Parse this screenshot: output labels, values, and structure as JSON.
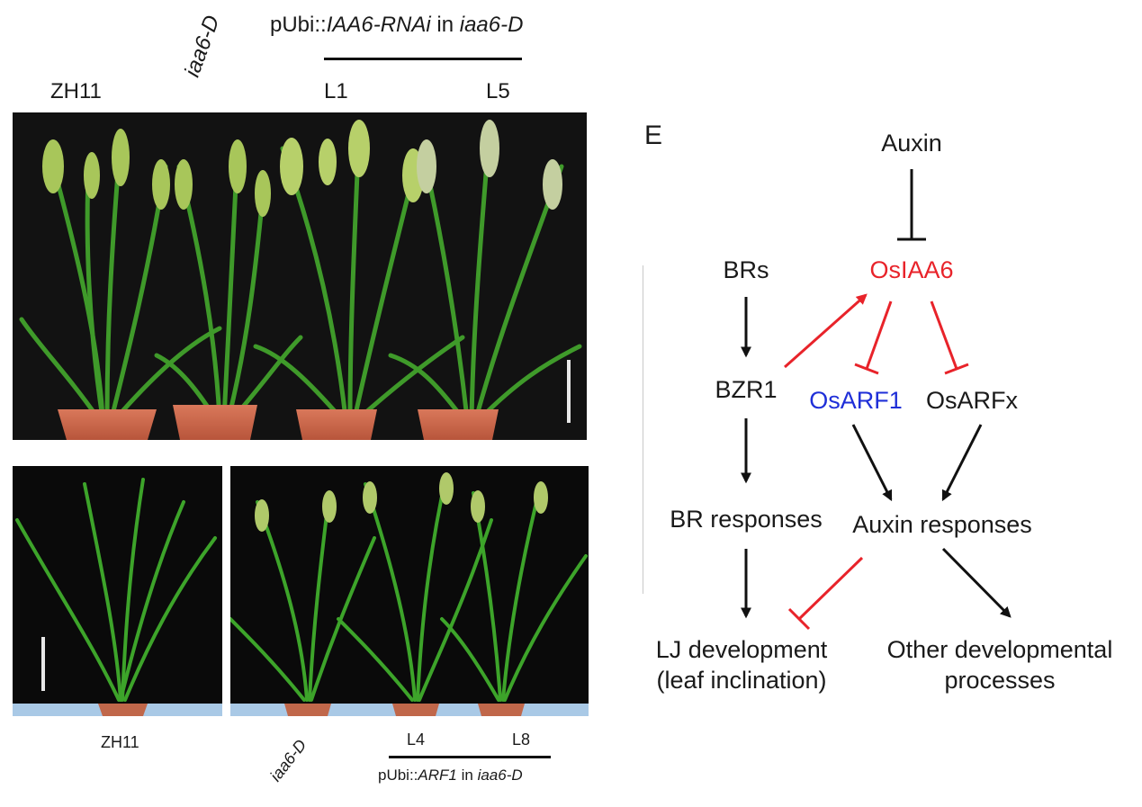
{
  "top_panel": {
    "construct_prefix": "pUbi::",
    "construct_gene": "IAA6-RNAi",
    "construct_mid": " in ",
    "construct_background": "iaa6-D",
    "labels": [
      "ZH11",
      "iaa6-D",
      "L1",
      "L5"
    ]
  },
  "bottom_panel": {
    "left_label": "ZH11",
    "labels": [
      "iaa6-D",
      "L4",
      "L8"
    ],
    "construct_prefix": "pUbi::",
    "construct_gene": "ARF1",
    "construct_mid": " in ",
    "construct_background": "iaa6-D"
  },
  "model": {
    "panel_letter": "E",
    "nodes": {
      "auxin": "Auxin",
      "brs": "BRs",
      "osiaa6": "OsIAA6",
      "bzr1": "BZR1",
      "osarf1": "OsARF1",
      "osarfx": "OsARFx",
      "br_responses": "BR responses",
      "auxin_responses": "Auxin responses",
      "lj_line1": "LJ development",
      "lj_line2": "(leaf inclination)",
      "other_line1": "Other developmental",
      "other_line2": "processes"
    },
    "colors": {
      "black_edge": "#111111",
      "red_edge": "#e8232a",
      "osiaa6_text": "#e8232a",
      "osarf1_text": "#1f2fd8"
    }
  }
}
